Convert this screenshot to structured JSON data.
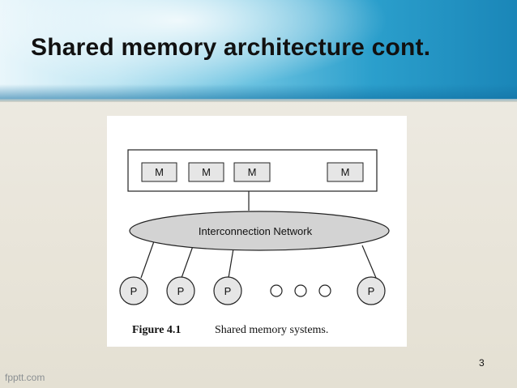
{
  "slide": {
    "title": "Shared memory architecture cont.",
    "slide_number": "3",
    "watermark": "fpptt.com"
  },
  "figure": {
    "memory_modules": [
      "M",
      "M",
      "M",
      "M"
    ],
    "network_label": "Interconnection Network",
    "processors": [
      "P",
      "P",
      "P",
      "P"
    ],
    "caption_number": "Figure 4.1",
    "caption_text": "Shared memory systems."
  }
}
